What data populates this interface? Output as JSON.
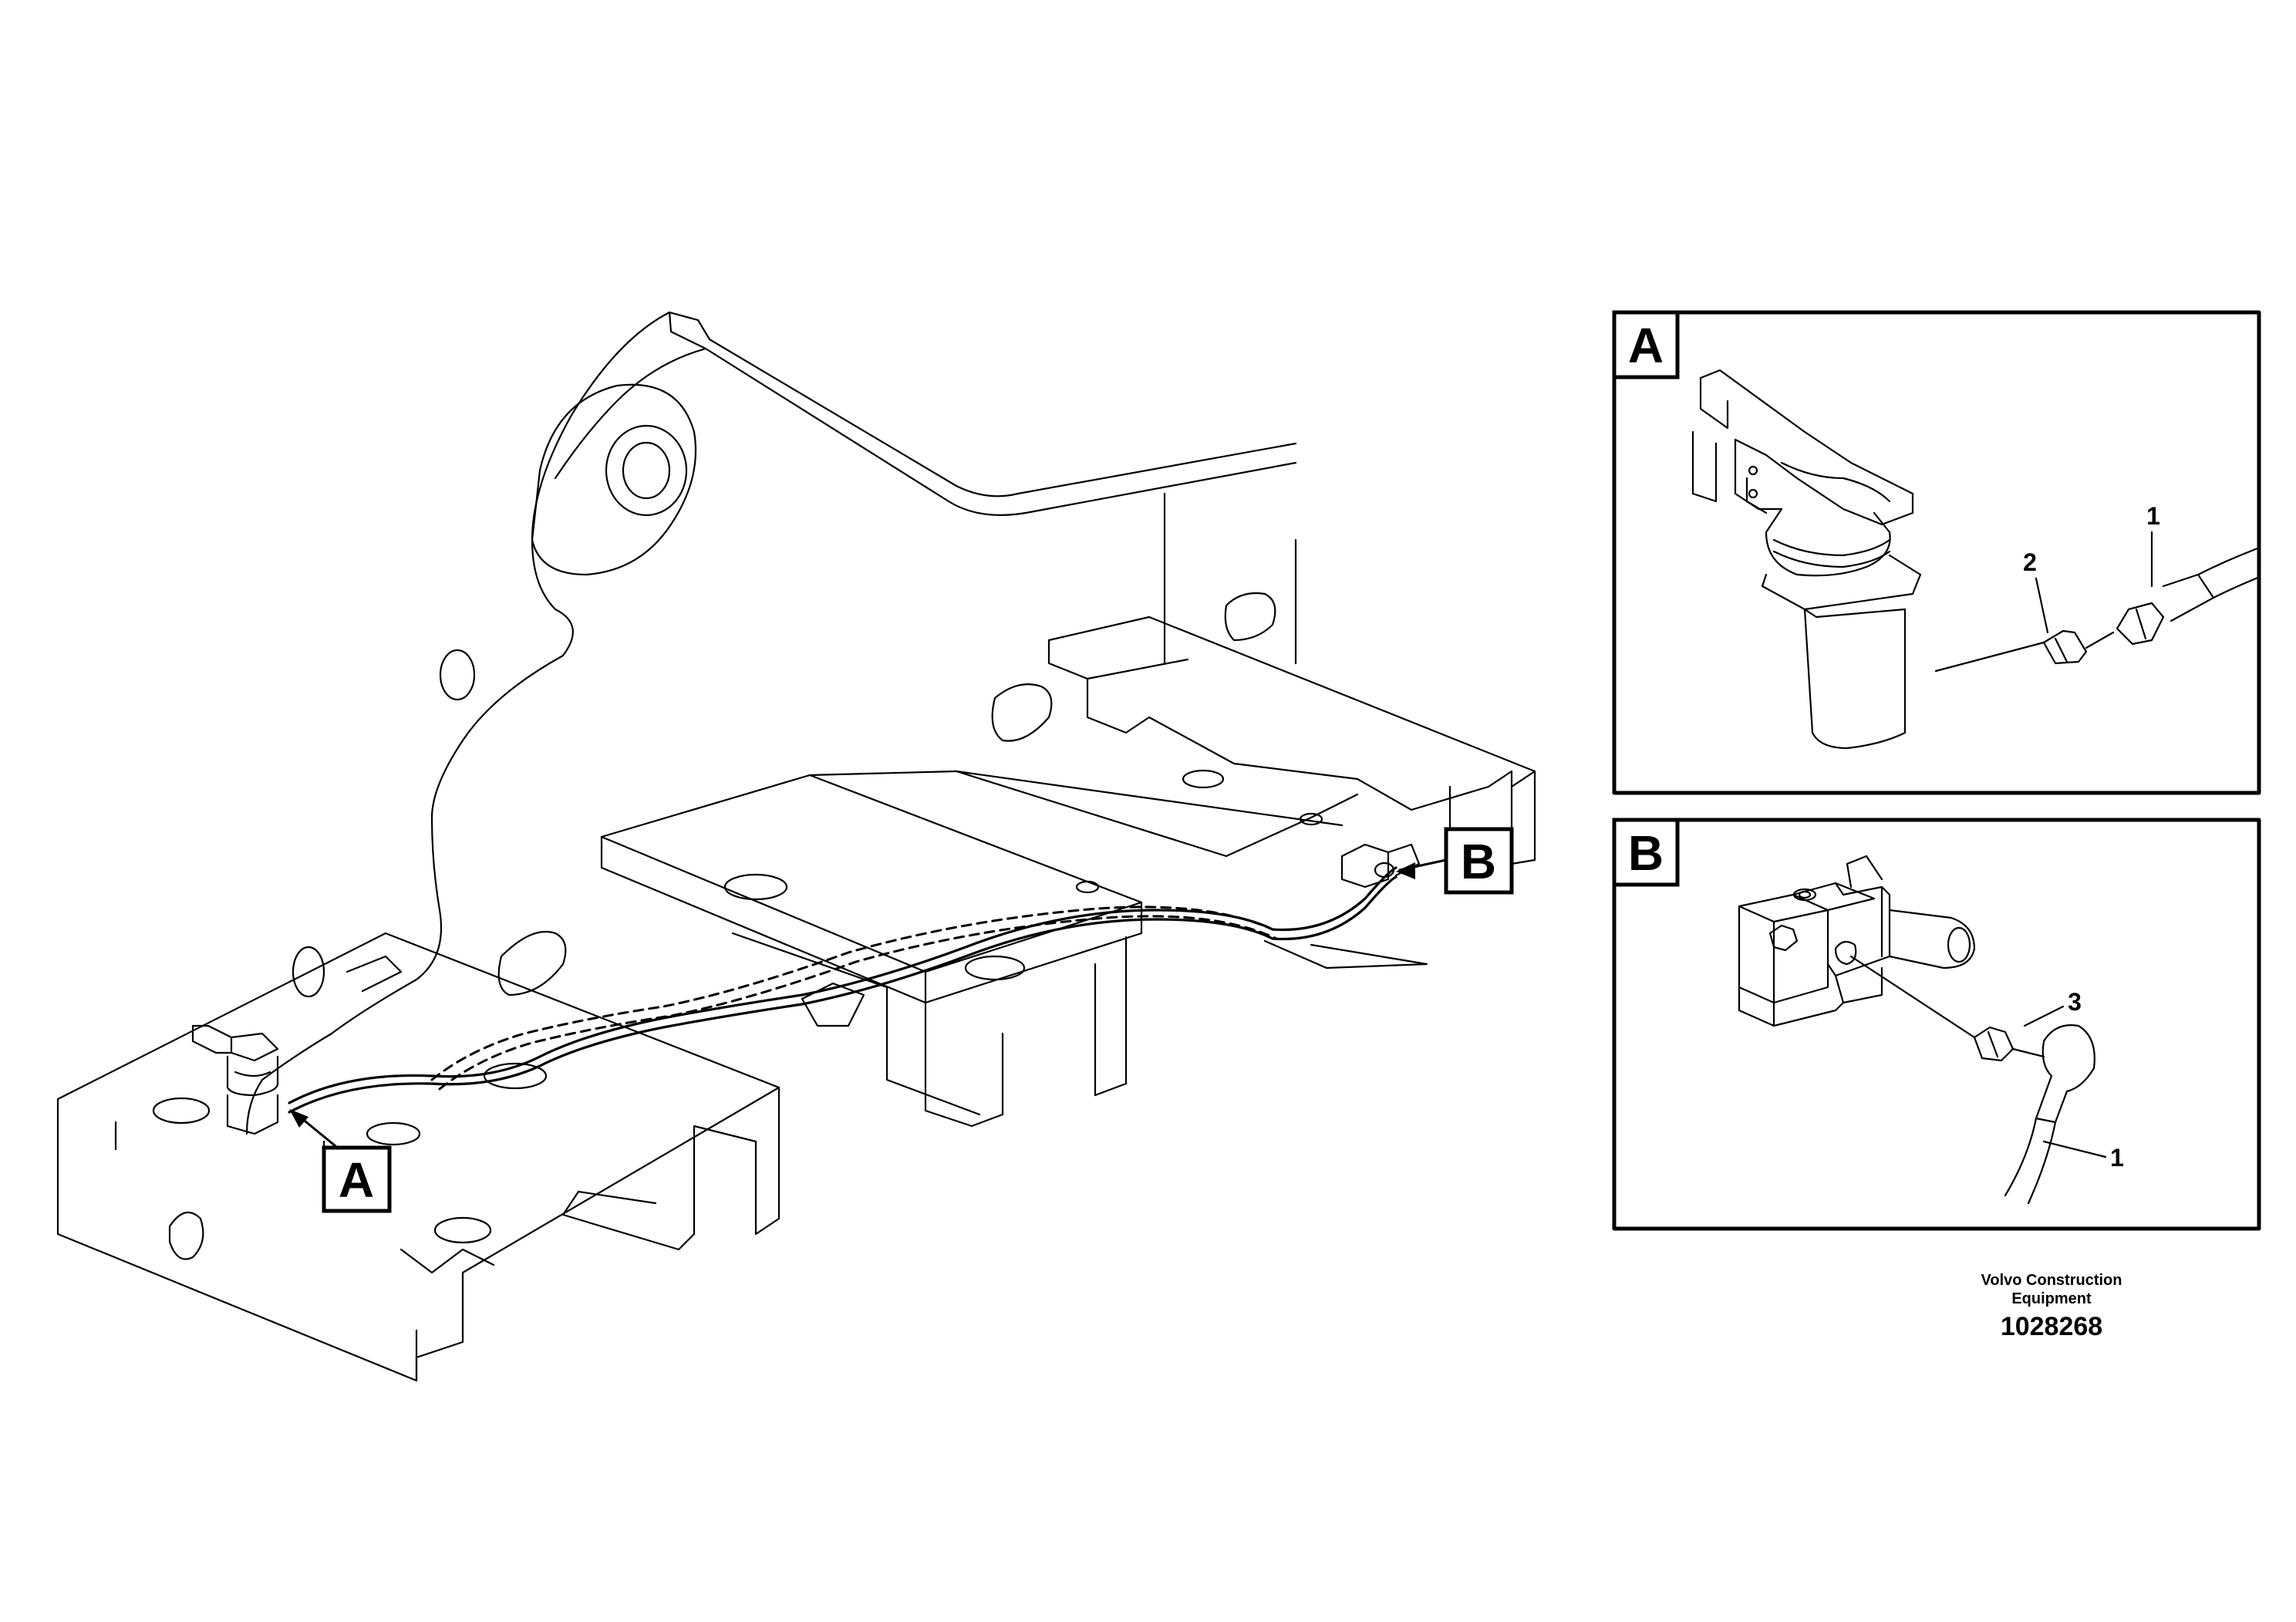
{
  "main_view": {
    "callout_a": "A",
    "callout_b": "B"
  },
  "detail_a": {
    "label": "A",
    "parts": [
      {
        "number": "1"
      },
      {
        "number": "2"
      }
    ]
  },
  "detail_b": {
    "label": "B",
    "parts": [
      {
        "number": "3"
      },
      {
        "number": "1"
      }
    ]
  },
  "caption": {
    "line1": "Volvo Construction",
    "line2": "Equipment",
    "drawing_number": "1028268"
  }
}
